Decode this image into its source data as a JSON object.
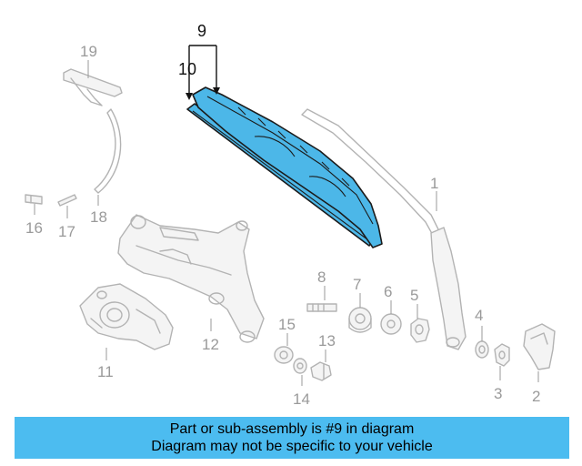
{
  "callouts": {
    "n1": "1",
    "n2": "2",
    "n3": "3",
    "n4": "4",
    "n5": "5",
    "n6": "6",
    "n7": "7",
    "n8": "8",
    "n9": "9",
    "n10": "10",
    "n11": "11",
    "n12": "12",
    "n13": "13",
    "n14": "14",
    "n15": "15",
    "n16": "16",
    "n17": "17",
    "n18": "18",
    "n19": "19"
  },
  "highlight_color": "#4cb7e8",
  "banner": {
    "line1": "Part or sub-assembly is #9 in diagram",
    "line2": "Diagram may not be specific to your vehicle",
    "color": "#4cbcf0"
  }
}
